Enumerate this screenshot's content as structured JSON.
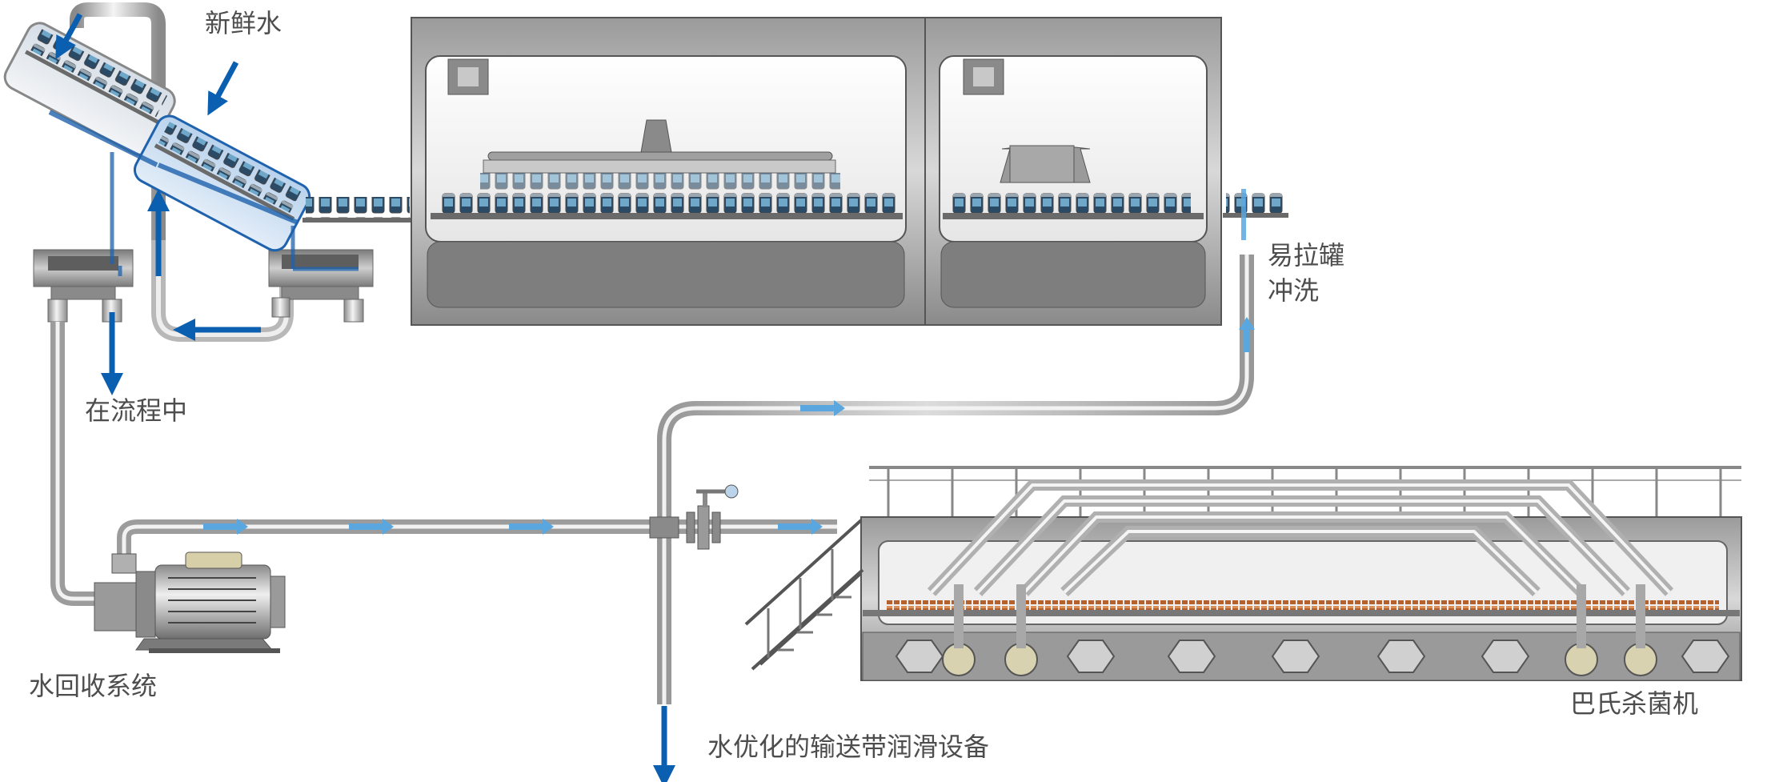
{
  "labels": {
    "fresh_water": "新鲜水",
    "in_process": "在流程中",
    "water_recovery": "水回收系统",
    "can_rinse_line1": "易拉罐",
    "can_rinse_line2": "冲洗",
    "conveyor_lubrication": "水优化的输送带润滑设备",
    "pasteurizer": "巴氏杀菌机"
  },
  "colors": {
    "flow_arrow_dark": "#0b5fb0",
    "flow_arrow_light": "#5aa7e0",
    "pipe": "#c8c8c8",
    "machine_frame": "#8f8f8f",
    "product_bed": "#b5602f",
    "label_text": "#4d4d4d"
  }
}
